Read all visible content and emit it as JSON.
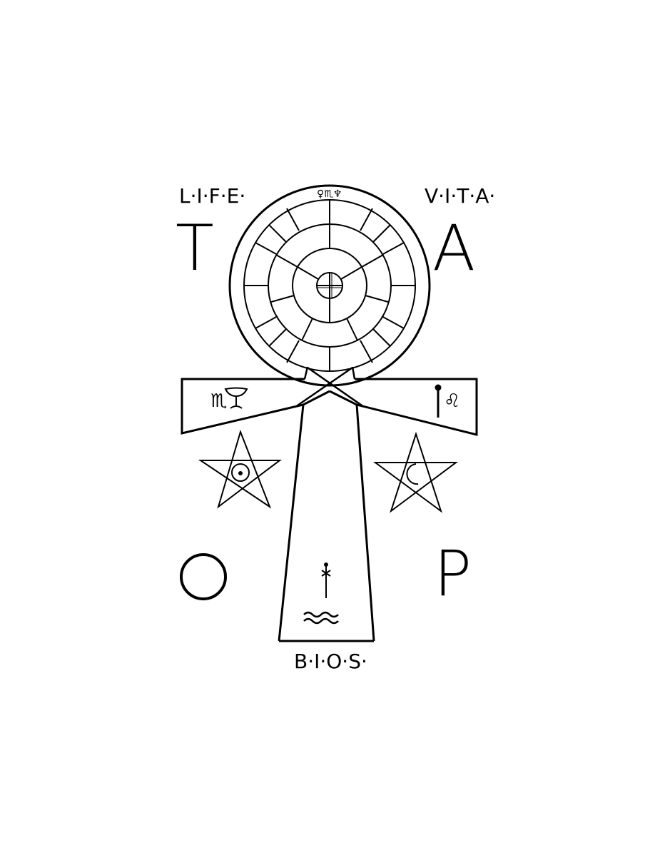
{
  "diagram": {
    "title_words": {
      "top_left": "L·I·F·E·",
      "top_right": "V·I·T·A·",
      "bottom": "B·I·O·S·"
    },
    "letters": {
      "top_left": "T",
      "top_right": "A",
      "bottom_left": "O",
      "bottom_right": "P"
    },
    "wheel": {
      "top_glyphs": "♀ ♏ ♆",
      "rings": 4,
      "center_symbol": "circled-cross"
    },
    "left_arm": {
      "glyphs": [
        "♏",
        "chalice"
      ]
    },
    "right_arm": {
      "glyphs": [
        "wand",
        "♌"
      ]
    },
    "left_pentagram": {
      "center_symbol": "☉"
    },
    "right_pentagram": {
      "center_symbol": "☾"
    },
    "stem": {
      "glyphs": [
        "sword",
        "water-waves"
      ]
    },
    "colors": {
      "ink": "#000000",
      "background": "#ffffff"
    }
  }
}
